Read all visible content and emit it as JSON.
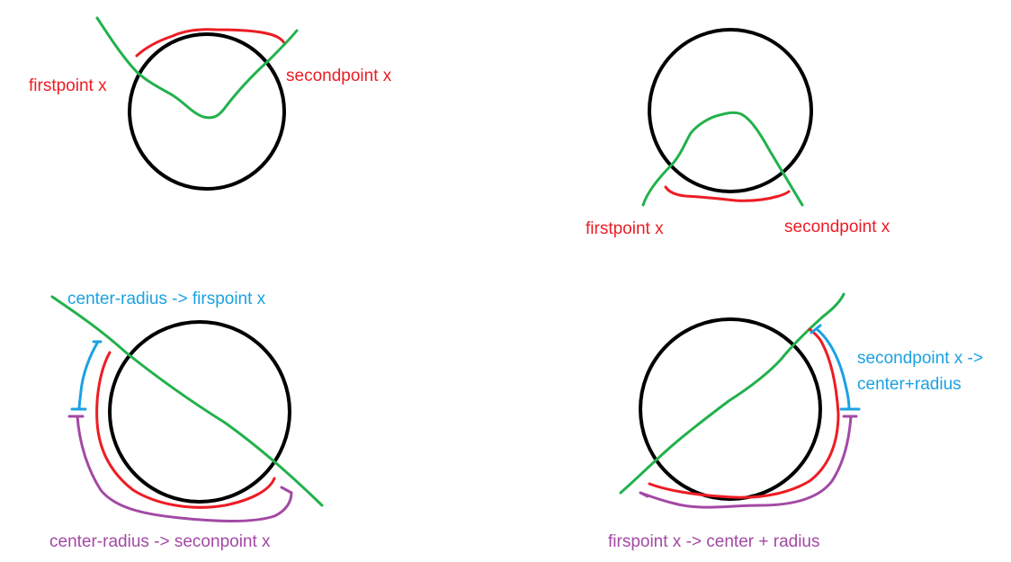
{
  "colors": {
    "circle": "#000000",
    "curve": "#22b14c",
    "red": "#ed1c24",
    "blue": "#1ba1e2",
    "purple": "#a349a4"
  },
  "panels": {
    "top_left": {
      "first_label": "firstpoint x",
      "second_label": "secondpoint x"
    },
    "top_right": {
      "first_label": "firstpoint x",
      "second_label": "secondpoint x"
    },
    "bottom_left": {
      "top_label": "center-radius -> firspoint x",
      "bottom_label": "center-radius -> seconpoint x"
    },
    "bottom_right": {
      "right_label_line1": "secondpoint x ->",
      "right_label_line2": "center+radius",
      "bottom_label": "firspoint x -> center + radius"
    }
  }
}
